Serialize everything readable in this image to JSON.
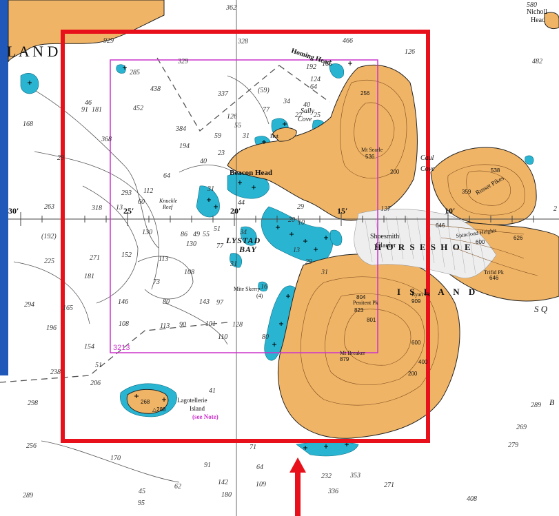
{
  "colors": {
    "slide_background": "#1f58b8",
    "sea": "#ffffff",
    "land": "#f0b466",
    "shallow": "#29b5d2",
    "glacier": "#eeeeee",
    "highlight_frame": "#e8101a",
    "inset_frame": "#cc33cc",
    "depth_text": "#333333"
  },
  "names": {
    "island_title": "L A N D",
    "nicholl_head_1": "Nicholl",
    "nicholl_head_2": "Head",
    "homing_head": "Homing Head",
    "sally_cove_1": "Sally",
    "sally_cove_2": "Cove",
    "hut": "Hut",
    "mt_searle": "Mt Searle",
    "caul_cove_1": "Caul",
    "caul_cove_2": "Cove",
    "russet_pikes": "Russet Pikes",
    "beacon_head": "Beacon Head",
    "knuckle_reef_1": "Knuckle",
    "knuckle_reef_2": "Reef",
    "shoesmith_1": "Shoesmith",
    "shoesmith_2": "Glacier",
    "spincloud_heights": "Spincloud Heights",
    "horseshoe": "H O R S E S H O E",
    "island_word": "I S L A N D",
    "trifid_pk": "Trifid Pk",
    "lystad": "LYSTAD",
    "bay": "BAY",
    "mite_skerry": "Mite Skerry",
    "mite_skerry_depth": "(4)",
    "penitent_pk": "Penitent Pk",
    "ryan_pk": "Ryan Pk",
    "mt_breaker": "Mt Breaker",
    "lagotellerie_1": "Lagotellerie",
    "lagotellerie_2": "Island",
    "see_note": "(see Note)",
    "inset_number": "3213",
    "sq": "S Q",
    "b_label": "B"
  },
  "longitude_labels": [
    "30′",
    "25′",
    "20′",
    "15′",
    "10′"
  ],
  "heights": {
    "mt_searle": "536",
    "russet_538": "538",
    "russet_359": "359",
    "h646": "646",
    "h626": "626",
    "trifid": "646",
    "penitent": "823",
    "ryan": "909",
    "h804": "804",
    "h801": "801",
    "mt_breaker": "879",
    "h256": "256",
    "lag_268": "268",
    "lag_288": "△288",
    "c600": "600",
    "c400": "400",
    "c200": "200"
  },
  "soundings": {
    "s362": "362",
    "s580": "580",
    "s482": "482",
    "s929": "929",
    "s329": "329",
    "s328": "328",
    "s466": "466",
    "s126": "126",
    "s285": "285",
    "s438": "438",
    "s337": "337",
    "s59c": "(59)",
    "s124": "124",
    "s64": "64",
    "s192": "192",
    "s165": "165",
    "s77": "77",
    "s34a": "34",
    "s40": "40",
    "s22": "22",
    "s25": "25",
    "s46": "46",
    "s91": "91",
    "s181a": "181",
    "s168": "168",
    "s452": "452",
    "s126b": "126",
    "s55": "55",
    "s384": "384",
    "s59": "59",
    "s31a": "31",
    "s368": "368",
    "s194": "194",
    "s23": "23",
    "s40b": "40",
    "s29a": "29",
    "s64b": "64",
    "s293": "293",
    "s112": "112",
    "s60": "60",
    "s31b": "31",
    "s44": "44",
    "s13": "13",
    "s263": "263",
    "s318": "318",
    "s29b": "29",
    "s20": "20",
    "s137": "137",
    "s192c": "(192)",
    "s130a": "130",
    "s86": "86",
    "s49": "49",
    "s55b": "55",
    "s51": "51",
    "s34b": "34",
    "s225": "225",
    "s271a": "271",
    "s152": "152",
    "s113a": "113",
    "s130b": "130",
    "s77b": "77",
    "s10": "10",
    "s13b": "13",
    "s29c": "29",
    "s181b": "181",
    "s73": "73",
    "s108a": "108",
    "s31c": "31",
    "s31d": "31",
    "s16": "16",
    "s294": "294",
    "s165b": "165",
    "s146": "146",
    "s80a": "80",
    "s143": "143",
    "s97": "97",
    "s196": "196",
    "s108b": "108",
    "s113b": "113",
    "s90": "90",
    "s101": "101",
    "s128": "128",
    "s110": "110",
    "s80b": "80",
    "s154": "154",
    "s51b": "51",
    "s238": "238",
    "s206": "206",
    "s41": "41",
    "s298": "298",
    "s289a": "289",
    "s269": "269",
    "s279": "279",
    "s256b": "256",
    "s170": "170",
    "s91b": "91",
    "s71": "71",
    "s64c": "64",
    "s142": "142",
    "s109": "109",
    "s232": "232",
    "s353": "353",
    "s271b": "271",
    "s62": "62",
    "s45": "45",
    "s95": "95",
    "s180": "180",
    "s336": "336",
    "s408": "408",
    "s289b": "289",
    "s2x": "2"
  }
}
